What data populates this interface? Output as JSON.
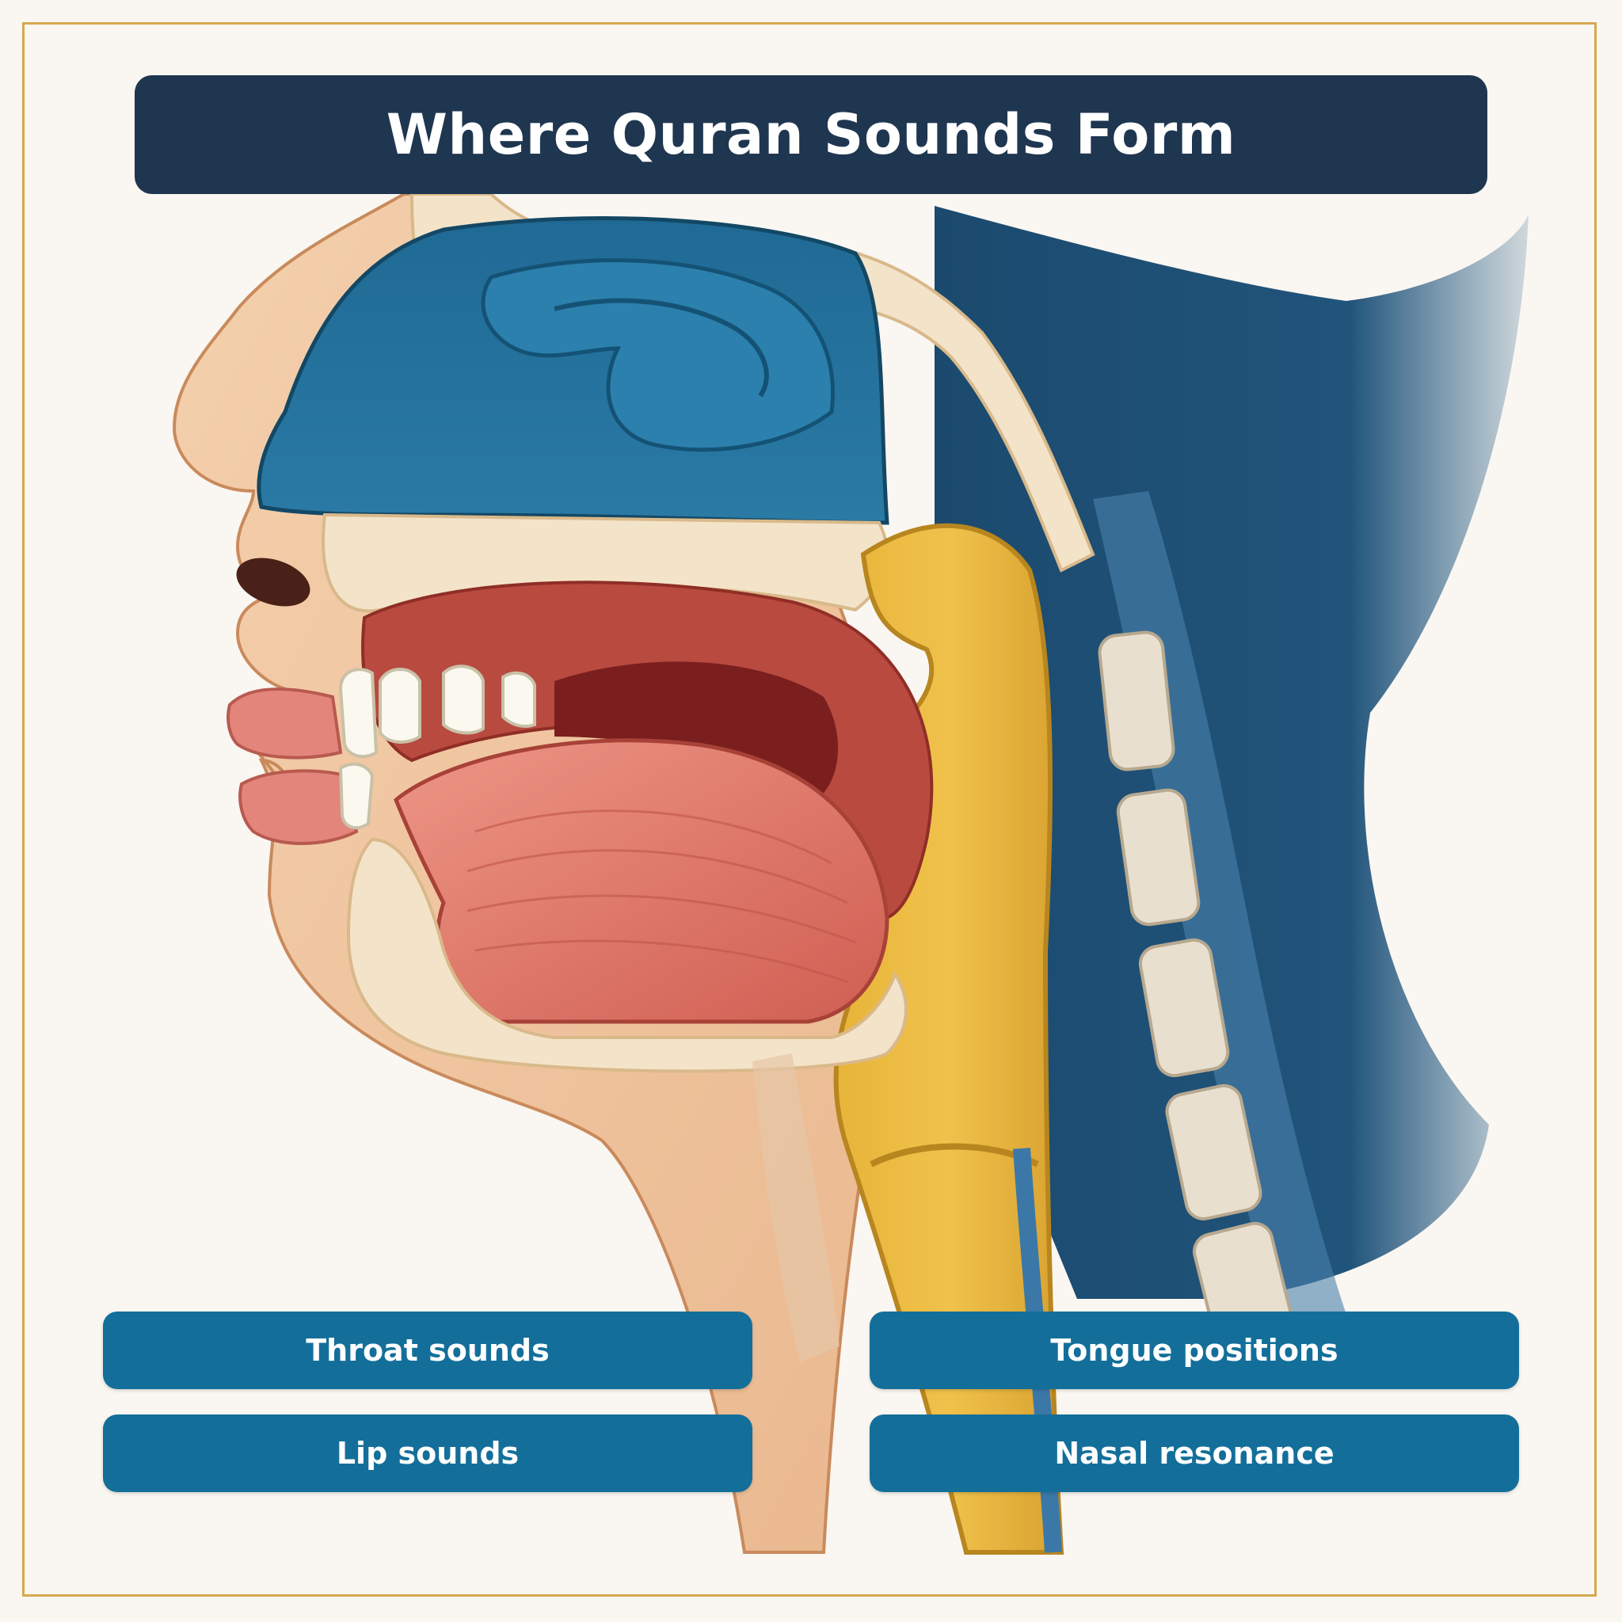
{
  "title": "Where Quran Sounds Form",
  "labels": {
    "throat": "Throat sounds",
    "tongue": "Tongue positions",
    "lip": "Lip sounds",
    "nasal": "Nasal resonance"
  },
  "colors": {
    "background": "#faf6f1",
    "frame": "#d4a94f",
    "title_banner": "#1f3650",
    "label_button": "#136f9a",
    "skin": "#f1cba6",
    "bone": "#f3e3c9",
    "nasal_cavity": "#23709a",
    "oral_cavity": "#c65a4e",
    "tongue": "#df7b6c",
    "pharynx": "#e7b23a",
    "back_of_neck": "#1d4b70"
  },
  "icons": [
    "head-cross-section-illustration"
  ]
}
